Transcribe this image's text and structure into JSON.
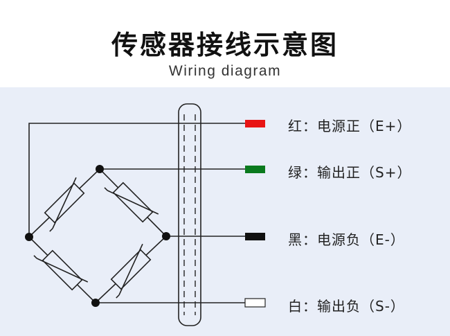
{
  "title": "传感器接线示意图",
  "subtitle": "Wiring diagram",
  "wires": [
    {
      "label": "红：电源正（E+）",
      "color": "#e81414"
    },
    {
      "label": "绿：输出正（S+）",
      "color": "#0a7a1e"
    },
    {
      "label": "黑：电源负（E-）",
      "color": "#111111"
    },
    {
      "label": "白：输出负（S-）",
      "color": "#ffffff"
    }
  ],
  "colors": {
    "line": "#222222",
    "panel_bg": "#e9eef8"
  }
}
